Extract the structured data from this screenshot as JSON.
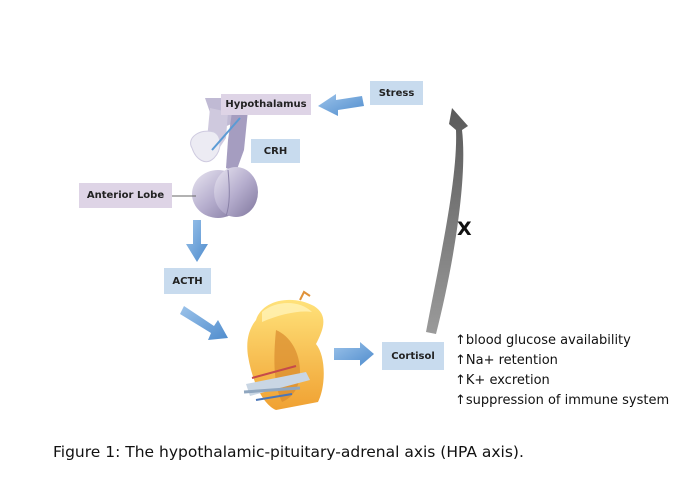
{
  "labels": {
    "stress": "Stress",
    "hypothalamus": "Hypothalamus",
    "crh": "CRH",
    "anterior_lobe": "Anterior Lobe",
    "acth": "ACTH",
    "cortisol": "Cortisol",
    "inhibition_mark": "X"
  },
  "effects": [
    "↑blood glucose availability",
    "↑Na+ retention",
    "↑K+ excretion",
    "↑suppression of immune system"
  ],
  "caption": "Figure 1: The hypothalamic-pituitary-adrenal axis (HPA axis).",
  "colors": {
    "label_blue": "#c8dbee",
    "label_lavender": "#ded4e6",
    "arrow_blue": "#5b9bd5",
    "feedback_arrow": "#777777",
    "gland_orange": "#f2a23a",
    "pituitary": "#b3abc9"
  },
  "icons": [
    "pituitary-gland-illustration",
    "adrenal-gland-illustration"
  ]
}
